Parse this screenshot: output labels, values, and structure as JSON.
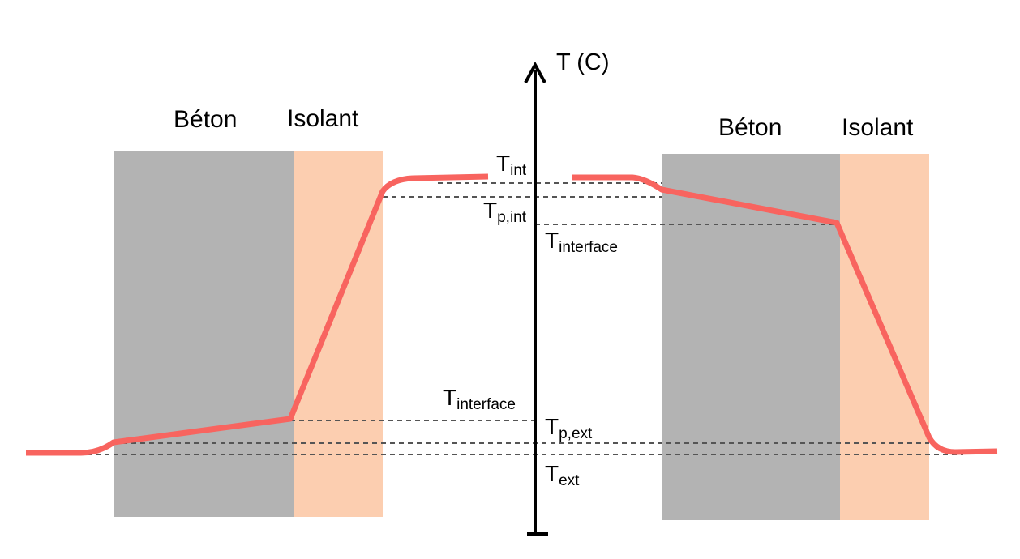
{
  "axis": {
    "label": "T (C)"
  },
  "left_wall": {
    "concrete_label": "Béton",
    "insulation_label": "Isolant"
  },
  "right_wall": {
    "concrete_label": "Béton",
    "insulation_label": "Isolant"
  },
  "temperatures": {
    "t_int": {
      "base": "T",
      "sub": "int"
    },
    "t_p_int": {
      "base": "T",
      "sub": "p,int"
    },
    "t_interface_top": {
      "base": "T",
      "sub": "interface"
    },
    "t_interface_bottom": {
      "base": "T",
      "sub": "interface"
    },
    "t_p_ext": {
      "base": "T",
      "sub": "p,ext"
    },
    "t_ext": {
      "base": "T",
      "sub": "ext"
    }
  },
  "colors": {
    "concrete": "#b3b3b3",
    "insulation": "#fcceb0",
    "profile": "#f8645f",
    "guide": "#555555",
    "axis": "#000000"
  }
}
